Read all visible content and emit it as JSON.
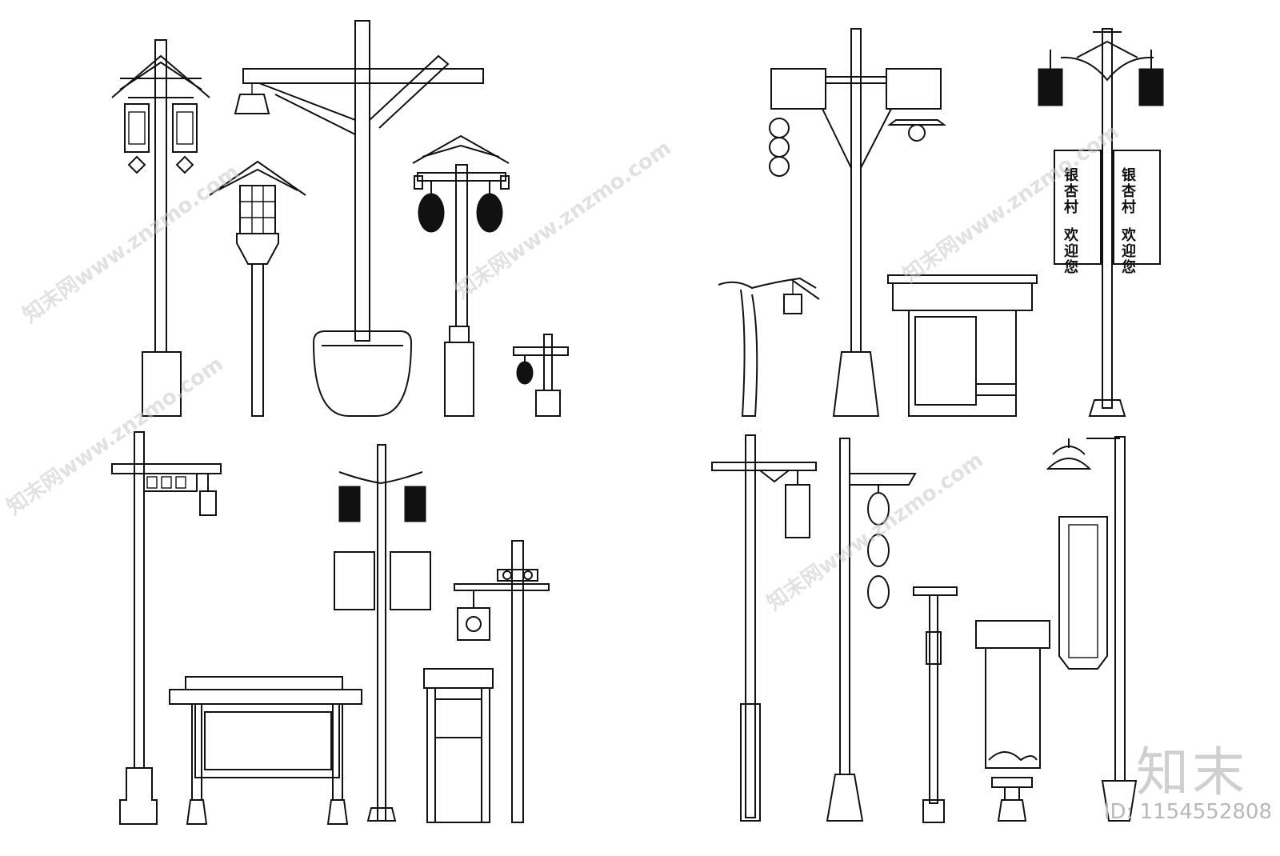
{
  "watermark": {
    "site_text": "知末网www.znzmo.com",
    "brand": "知末",
    "id_label": "ID: 1154552808"
  },
  "banners": {
    "left_top": "银杏村",
    "left_bottom": "欢迎您",
    "right_top": "银杏村",
    "right_bottom": "欢迎您"
  },
  "colors": {
    "line": "#111111",
    "watermark": "#c9c9c9"
  }
}
